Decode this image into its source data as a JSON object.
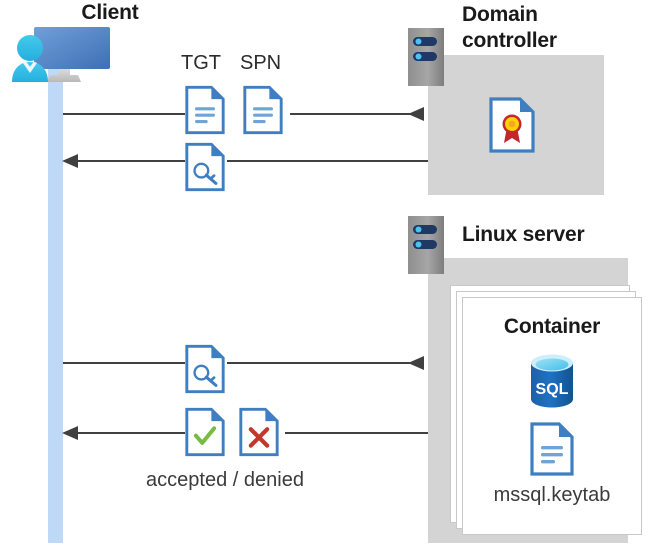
{
  "diagram": {
    "title_client": "Client",
    "title_domain_controller": "Domain\ncontroller",
    "domain_controller_line1": "Domain",
    "domain_controller_line2": "controller",
    "title_linux_server": "Linux server",
    "title_container": "Container",
    "keytab_filename": "mssql.keytab",
    "result_label": "accepted / denied",
    "ticket_labels": {
      "tgt": "TGT",
      "spn": "SPN"
    },
    "icons": {
      "client": "client-workstation-icon",
      "server_rack": "server-rack-icon",
      "certificate": "certificate-document-icon",
      "ticket_document": "document-icon",
      "key_document": "key-document-icon",
      "accepted_document": "checkmark-document-icon",
      "denied_document": "x-mark-document-icon",
      "sql_database": "sql-database-icon",
      "keytab_document": "document-icon"
    },
    "sql_badge_text": "SQL",
    "flows": [
      {
        "name": "client-to-dc-request",
        "direction": "right",
        "carries": [
          "TGT",
          "SPN"
        ]
      },
      {
        "name": "dc-to-client-ticket",
        "direction": "left",
        "carries": [
          "service-ticket"
        ]
      },
      {
        "name": "client-to-linux-ticket",
        "direction": "right",
        "carries": [
          "service-ticket"
        ]
      },
      {
        "name": "linux-to-client-result",
        "direction": "left",
        "carries": [
          "accepted",
          "denied"
        ]
      }
    ],
    "colors": {
      "lifeline": "#bed8f8",
      "host_box": "#d4d4d4",
      "doc_outline": "#3f7fc1",
      "doc_fold": "#3f7fc1",
      "arrow": "#404040",
      "accent_cyan": "#32bbe8",
      "monitor_blue": "#4c86cb",
      "rack_navy": "#1f3864",
      "check_green": "#76bc43",
      "cross_red": "#c0392b",
      "cert_gold": "#ffd200",
      "cert_ribbon": "#c1272d",
      "sql_blue": "#0f6cbd",
      "card_white": "#ffffff"
    }
  }
}
